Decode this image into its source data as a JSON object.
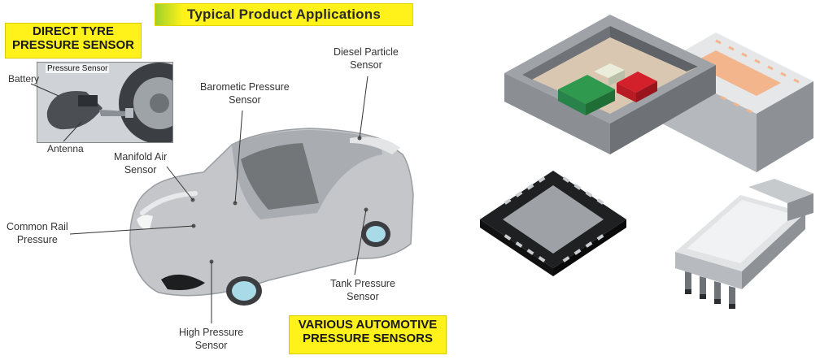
{
  "header": {
    "title": "Typical Product Applications"
  },
  "tyre_box": {
    "line1": "DIRECT TYRE",
    "line2": "PRESSURE SENSOR"
  },
  "tyre_photo": {
    "caption": "Pressure Sensor",
    "battery_label": "Battery",
    "antenna_label": "Antenna"
  },
  "car_labels": {
    "diesel_particle": {
      "line1": "Diesel Particle",
      "line2": "Sensor"
    },
    "barometric": {
      "line1": "Barometic Pressure",
      "line2": "Sensor"
    },
    "manifold_air": {
      "line1": "Manifold Air",
      "line2": "Sensor"
    },
    "common_rail": {
      "line1": "Common Rail",
      "line2": "Pressure"
    },
    "tank_pressure": {
      "line1": "Tank Pressure",
      "line2": "Sensor"
    },
    "high_pressure": {
      "line1": "High Pressure",
      "line2": "Sensor"
    }
  },
  "automotive_box": {
    "line1": "VARIOUS AUTOMOTIVE",
    "line2": "PRESSURE SENSORS"
  },
  "colors": {
    "banner_yellow": "#fff21a",
    "banner_green": "#9fd02a",
    "car_gray": "#c4c6c9",
    "chip_pad": "#f3b58c",
    "pcb_green": "#2f9a4e",
    "pcb_red": "#d4202a"
  }
}
